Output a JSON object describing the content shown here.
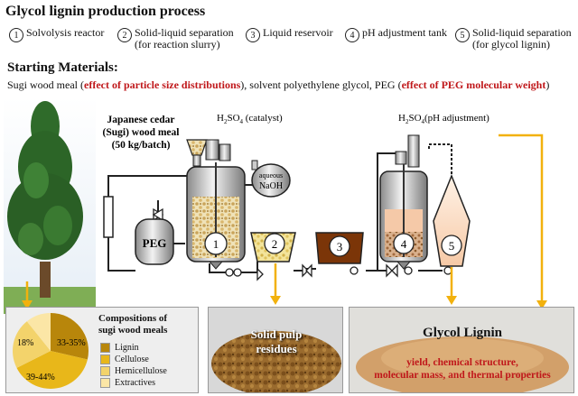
{
  "title": "Glycol lignin production process",
  "steps": [
    {
      "num": "1",
      "text": "Solvolysis reactor",
      "text2": ""
    },
    {
      "num": "2",
      "text": "Solid-liquid separation",
      "text2": "(for reaction slurry)"
    },
    {
      "num": "3",
      "text": "Liquid reservoir",
      "text2": ""
    },
    {
      "num": "4",
      "text": "pH adjustment tank",
      "text2": ""
    },
    {
      "num": "5",
      "text": "Solid-liquid separation",
      "text2": "(for glycol lignin)"
    }
  ],
  "starting": {
    "title": "Starting Materials:",
    "p1": "Sugi wood meal (",
    "r1": "effect of particle size distributions",
    "p2": "), solvent polyethylene glycol, PEG (",
    "r2": "effect of PEG molecular weight",
    "p3": ")"
  },
  "process": {
    "cedar_l1": "Japanese cedar",
    "cedar_l2": "(Sugi) wood meal",
    "cedar_l3": "(50 kg/batch)",
    "h2so4_cat_main": "H",
    "h2so4_cat_sub1": "2",
    "h2so4_cat_mid": "SO",
    "h2so4_cat_sub2": "4",
    "h2so4_cat_tail": " (catalyst)",
    "h2so4_ph_main": "H",
    "h2so4_ph_sub1": "2",
    "h2so4_ph_mid": "SO",
    "h2so4_ph_sub2": "4",
    "h2so4_ph_tail": "(pH adjustment)",
    "aqueous": "aqueous",
    "naoh": "NaOH",
    "peg": "PEG",
    "n1": "1",
    "n2": "2",
    "n3": "3",
    "n4": "4",
    "n5": "5"
  },
  "composition": {
    "title_l1": "Compositions of",
    "title_l2": "sugi wood meals",
    "legend": [
      "Lignin",
      "Cellulose",
      "Hemicellulose",
      "Extractives"
    ],
    "label_18": "18%",
    "label_33": "33-35%",
    "label_39": "39-44%"
  },
  "pulp": {
    "l1": "Solid pulp",
    "l2": "residues"
  },
  "glycol": {
    "title": "Glycol Lignin",
    "l1": "yield,  chemical structure,",
    "l2": "molecular mass, and thermal properties"
  },
  "colors": {
    "lignin": "#b8860b",
    "cellulose": "#e8b71a",
    "hemicellulose": "#f3d36b",
    "extractives": "#fbe6a6",
    "orange_arrow": "#f2b10d",
    "red": "#c0181b"
  }
}
